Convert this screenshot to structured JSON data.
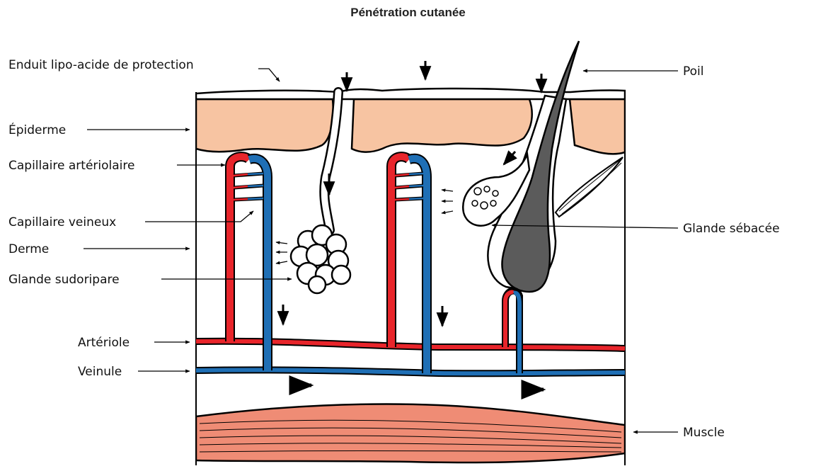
{
  "title": "Pénétration cutanée",
  "labels": {
    "enduit": "Enduit lipo-acide de protection",
    "epiderme": "Épiderme",
    "cap_art": "Capillaire artériolaire",
    "cap_vein": "Capillaire veineux",
    "derme": "Derme",
    "sudoripare": "Glande sudoripare",
    "arteriole": "Artériole",
    "veinule": "Veinule",
    "poil": "Poil",
    "sebacee": "Glande sébacée",
    "muscle": "Muscle"
  },
  "colors": {
    "epidermis": "#f7c4a2",
    "artery": "#e8252b",
    "vein": "#1f6fb5",
    "hair": "#5b5b5b",
    "muscle": "#ef8c75",
    "outline": "#000000"
  }
}
